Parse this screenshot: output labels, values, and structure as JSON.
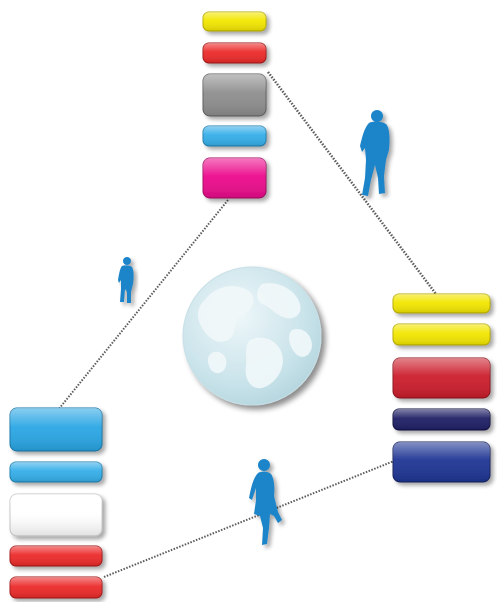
{
  "scene": {
    "globe": {
      "icon": "globe-icon",
      "ocean_color": "#c9e3ea",
      "land_color": "#e9f4f6"
    },
    "connector_color": "#5a5a5a",
    "figure_color": "#1f84c9",
    "stacks": [
      {
        "id": "top",
        "blocks": [
          {
            "color": "#f2e600"
          },
          {
            "color": "#ec2a2a"
          },
          {
            "color": "#8e8e8e"
          },
          {
            "color": "#35aee8"
          },
          {
            "color": "#ec0c8c"
          }
        ]
      },
      {
        "id": "right",
        "blocks": [
          {
            "color": "#f2e600"
          },
          {
            "color": "#f2e600"
          },
          {
            "color": "#cc1e2c"
          },
          {
            "color": "#1f2066"
          },
          {
            "color": "#1f3594"
          }
        ]
      },
      {
        "id": "left",
        "blocks": [
          {
            "color": "#2aa6e4"
          },
          {
            "color": "#35aee8"
          },
          {
            "color": "#ffffff"
          },
          {
            "color": "#ec2a2a"
          },
          {
            "color": "#ec2a2a"
          }
        ]
      }
    ],
    "figures": [
      {
        "name": "walking-man-figure",
        "icon": "walking-man-icon"
      },
      {
        "name": "walking-woman-figure",
        "icon": "walking-woman-icon"
      },
      {
        "name": "walking-woman-small-figure",
        "icon": "walking-person-icon"
      }
    ]
  }
}
